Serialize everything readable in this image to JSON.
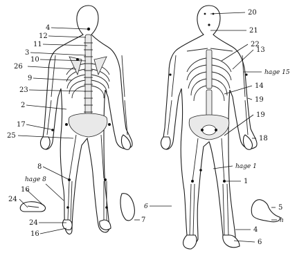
{
  "labels": {
    "n4": "4",
    "n12": "12",
    "n11": "11",
    "n3": "3",
    "n10": "10",
    "n26": "26",
    "n9": "9",
    "n23": "23",
    "n2": "2",
    "n17": "17",
    "n25": "25",
    "n8": "8",
    "hage8": "hage 8",
    "n16a": "16",
    "n24a": "24",
    "n24b": "24",
    "n16b": "16",
    "n6a": "6",
    "n7": "7",
    "n20": "20",
    "n21": "21",
    "n22": "22",
    "n13": "13",
    "hage15": "hage 15",
    "n14": "14",
    "n19a": "19",
    "n19b": "19",
    "n18": "18",
    "hage1": "hage 1",
    "n1": "1",
    "n5": "5",
    "nh": "h",
    "n4b": "4",
    "n6b": "6"
  }
}
